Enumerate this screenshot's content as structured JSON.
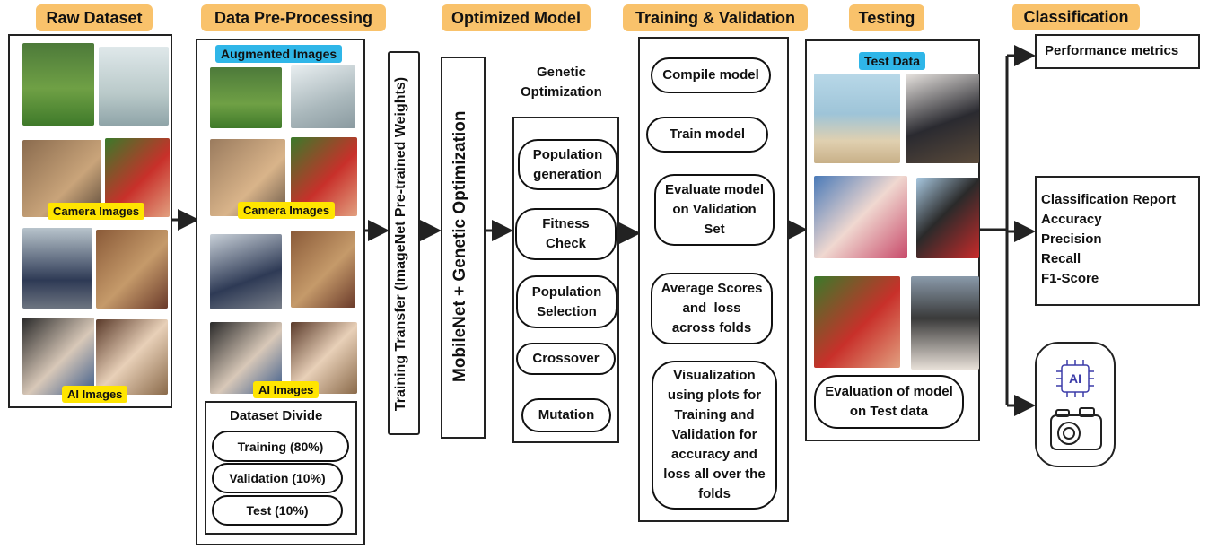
{
  "headers": {
    "raw": "Raw Dataset",
    "prep": "Data Pre-Processing",
    "model": "Optimized Model",
    "train": "Training & Validation",
    "test": "Testing",
    "cls": "Classification"
  },
  "raw_dataset": {
    "camera_label": "Camera Images",
    "ai_label": "AI Images"
  },
  "preprocessing": {
    "augmented_label": "Augmented Images",
    "camera_label": "Camera Images",
    "ai_label": "AI Images",
    "divide_title": "Dataset Divide",
    "splits": [
      "Training (80%)",
      "Validation (10%)",
      "Test (10%)"
    ]
  },
  "transfer_label": "Training Transfer (ImageNet Pre-trained Weights)",
  "model_label": "MobileNet + Genetic Optimization",
  "genetic": {
    "title_line1": "Genetic",
    "title_line2": "Optimization",
    "steps": [
      [
        "Population",
        "generation"
      ],
      [
        "Fitness",
        "Check"
      ],
      [
        "Population",
        "Selection"
      ],
      [
        "Crossover"
      ],
      [
        "Mutation"
      ]
    ]
  },
  "training": {
    "steps": [
      [
        "Compile model"
      ],
      [
        "Train model"
      ],
      [
        "Evaluate model",
        "on Validation",
        "Set"
      ],
      [
        "Average Scores",
        "and  loss",
        "across folds"
      ],
      [
        "Visualization",
        "using plots for",
        "Training and",
        "Validation for",
        "accuracy and",
        "loss all over the",
        "folds"
      ]
    ]
  },
  "testing": {
    "test_label": "Test Data",
    "eval_line1": "Evaluation of model",
    "eval_line2": "on Test data"
  },
  "classification": {
    "performance": "Performance metrics",
    "report": [
      "Classification Report",
      "Accuracy",
      "Precision",
      "Recall",
      "F1-Score"
    ],
    "ai_badge": "AI"
  },
  "colors": {
    "header": "#f9c26b",
    "yellow_tag": "#ffe500",
    "blue_tag": "#2fb6e8",
    "accent_icon": "#3b3ba8"
  }
}
